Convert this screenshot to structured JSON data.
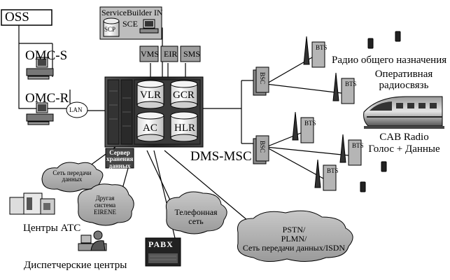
{
  "oss": "OSS",
  "omc_s": "OMC-S",
  "omc_r": "OMC-R",
  "lan": "LAN",
  "service_builder": "ServiceBuilder IN",
  "scp": "SCP",
  "sce": "SCE",
  "vms": "VMS",
  "eir": "EIR",
  "sms": "SMS",
  "vlr": "VLR",
  "gcr": "GCR",
  "ac": "AC",
  "hlr": "HLR",
  "storage_server": [
    "Сервер",
    "хранения",
    "данных"
  ],
  "dms_msc": "DMS-MSC",
  "bsc": "BSC",
  "bts": "BTS",
  "radio_general": "Радио общего назначения",
  "operational_radio": [
    "Оперативная",
    "радиосвязь"
  ],
  "cab_radio": [
    "CAB Radio",
    "Голос + Данные"
  ],
  "data_network": [
    "Сеть передачи",
    "данных"
  ],
  "atc_centers": "Центры АТС",
  "other_eirene": [
    "Другая",
    "система",
    "EIRENE"
  ],
  "phone_network": [
    "Телефонная",
    "сеть"
  ],
  "pstn": [
    "PSTN/",
    "PLMN/",
    "Сеть передачи данных/ISDN"
  ],
  "pabx": "PABX",
  "dispatch_centers": "Диспетчерские центры"
}
